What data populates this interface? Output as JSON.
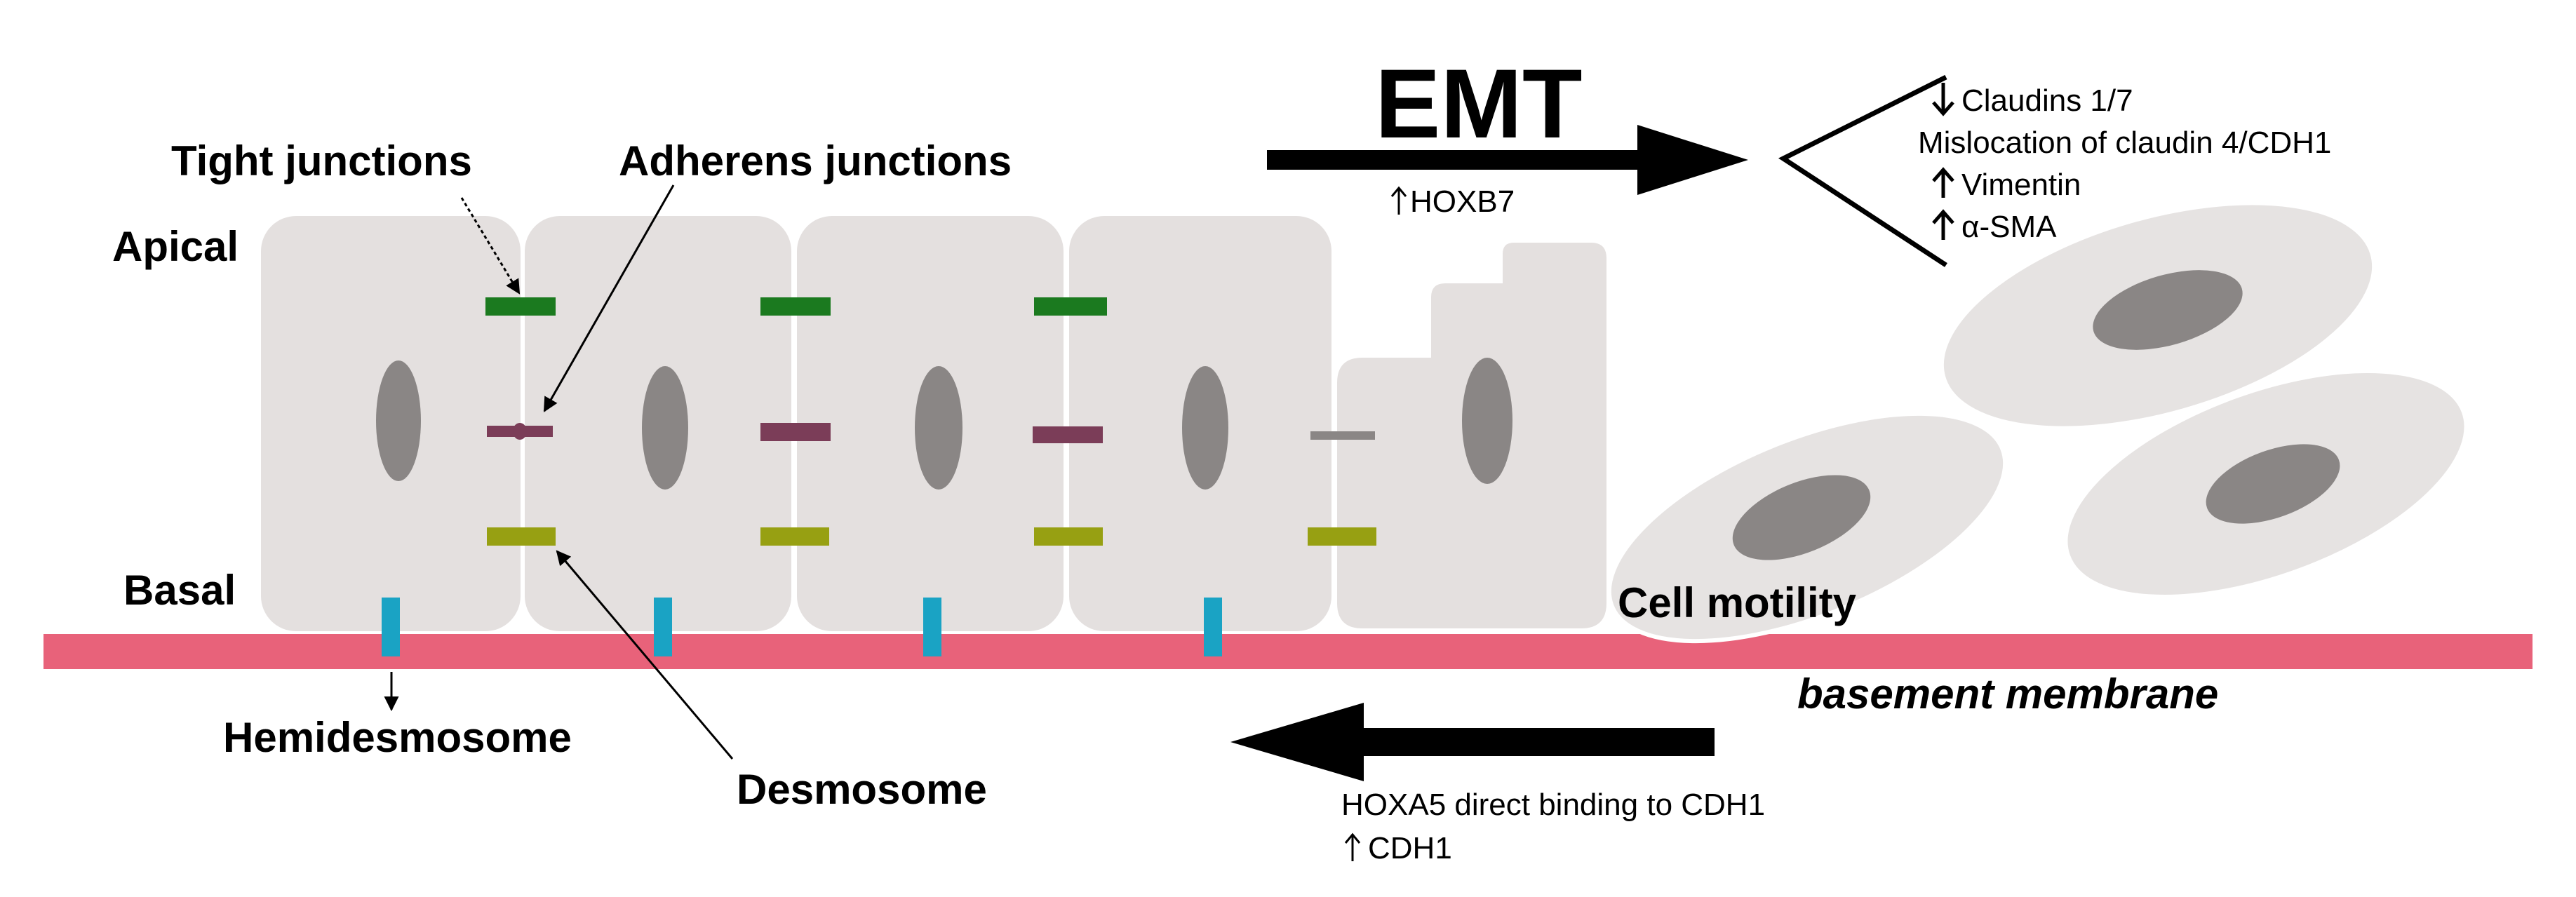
{
  "labels": {
    "tight_junctions": "Tight junctions",
    "adherens_junctions": "Adherens junctions",
    "apical": "Apical",
    "basal": "Basal",
    "hemidesmosome": "Hemidesmosome",
    "desmosome": "Desmosome",
    "emt": "EMT",
    "hoxb7": "HOXB7",
    "cell_motility": "Cell motility",
    "basement_membrane": "basement membrane",
    "hoxa5_binding": "HOXA5 direct binding to CDH1",
    "cdh1": "CDH1"
  },
  "emt_effects": [
    "Claudins 1/7",
    "Mislocation of claudin 4/CDH1",
    "Vimentin",
    "α-SMA"
  ],
  "colors": {
    "cell_body": "#e4e0df",
    "nucleus": "#8a8685",
    "tight_junction": "#1b7a1f",
    "adherens_junction": "#7b3d58",
    "desmosome": "#97a012",
    "hemidesmosome": "#1aa3c4",
    "basement_membrane": "#e8627a",
    "motile_cell": "#e6e3e2",
    "motile_nucleus": "#8a8685",
    "arrow": "#000000"
  }
}
